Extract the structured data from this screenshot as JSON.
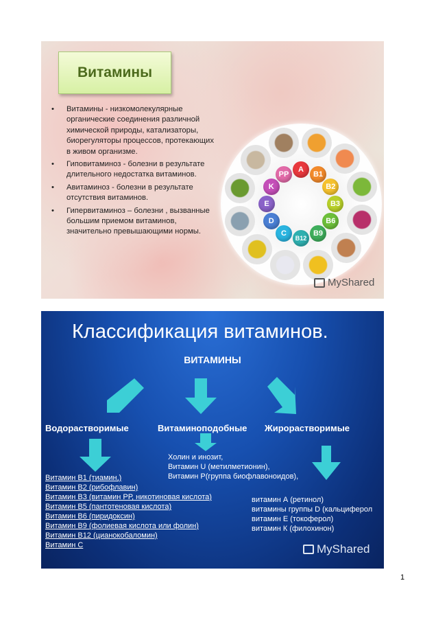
{
  "slide1": {
    "title": "Витамины",
    "bullets": [
      "Витамины - низкомолекулярные органические соединения различной химической природы, катализаторы, биорегуляторы процессов, протекающих в живом организме.",
      "Гиповитаминоз  - болезни в результате длительного недостатка витаминов.",
      " Авитаминоз  - болезни в результате отсутствия витаминов.",
      "Гипервитаминоз – болезни , вызванные большим приемом витаминов, значительно превышающими нормы."
    ],
    "vitamins": [
      {
        "label": "A",
        "color": "#e8383d"
      },
      {
        "label": "B1",
        "color": "#f28a2b"
      },
      {
        "label": "B2",
        "color": "#f5c12e"
      },
      {
        "label": "B3",
        "color": "#b8d02a"
      },
      {
        "label": "B6",
        "color": "#6dbf3a"
      },
      {
        "label": "B9",
        "color": "#3fae5c"
      },
      {
        "label": "B12",
        "color": "#2fb0b0"
      },
      {
        "label": "C",
        "color": "#2ab4e0"
      },
      {
        "label": "D",
        "color": "#4a7fd4"
      },
      {
        "label": "E",
        "color": "#8a62c8"
      },
      {
        "label": "K",
        "color": "#c44fb8"
      },
      {
        "label": "PP",
        "color": "#e26aa8"
      }
    ],
    "watermark": "MyShared"
  },
  "slide2": {
    "title": "Классификация витаминов.",
    "subtitle": "ВИТАМИНЫ",
    "categories": [
      "Водорастворимые",
      "Витаминоподобные",
      "Жирорастворимые"
    ],
    "water_soluble": [
      "Витамин В1 (тиамин,)",
      "Витамин В2 (рибофлавин)",
      "Витамин В3 (витамин РР, никотиновая кислота)",
      "Витамин В5 (пантотеновая кислота)",
      "Витамин В6 (пиридоксин)",
      "Витамин В9 (фолиевая кислота или фолин)",
      "Витамин В12 (цианокобаломин)",
      "Витамин С"
    ],
    "vitamin_like": [
      "Холин и инозит,",
      "Витамин U (метилметионин),",
      "Витамин Р(группа биофлавоноидов),"
    ],
    "fat_soluble": [
      "витамин А (ретинол)",
      "витамины группы D (кальциферол",
      "витамин Е (токоферол)",
      "витамин К (филохинон)"
    ],
    "watermark": "MyShared",
    "arrow_color": "#3ccfd6"
  },
  "page_number": "1"
}
